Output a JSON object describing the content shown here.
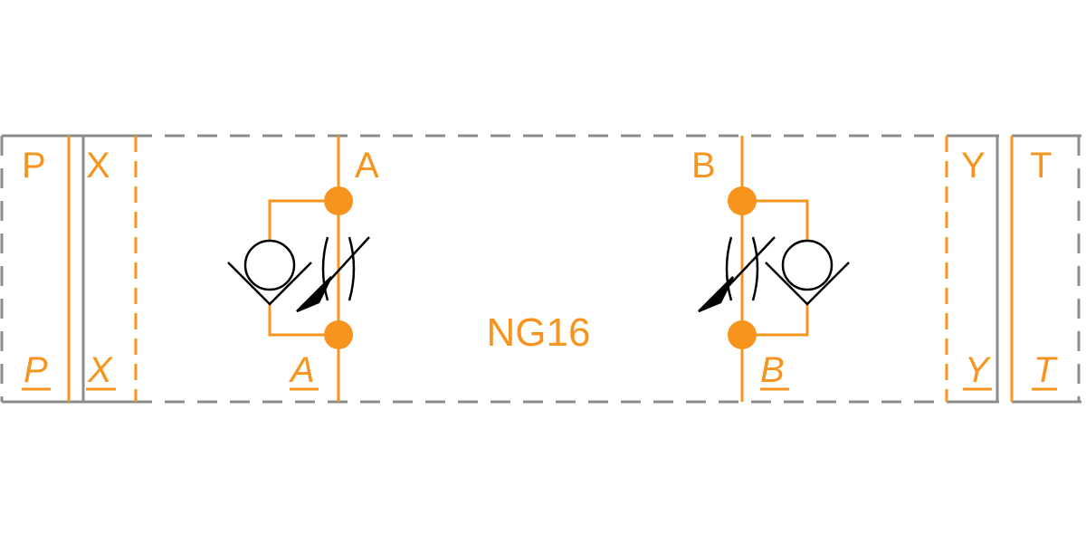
{
  "colors": {
    "accent": "#F7941D",
    "border": "#8C8C8C",
    "symbol": "#000000",
    "background": "#FFFFFF"
  },
  "ports_top": {
    "p": "P",
    "x": "X",
    "a": "A",
    "b": "B",
    "y": "Y",
    "t": "T"
  },
  "ports_bottom": {
    "p": "P",
    "x": "X",
    "a": "A",
    "b": "B",
    "y": "Y",
    "t": "T"
  },
  "size_label": "NG16",
  "symbols": {
    "left": [
      "check-valve-icon",
      "adjustable-throttle-icon"
    ],
    "right": [
      "adjustable-throttle-icon",
      "check-valve-icon"
    ]
  }
}
